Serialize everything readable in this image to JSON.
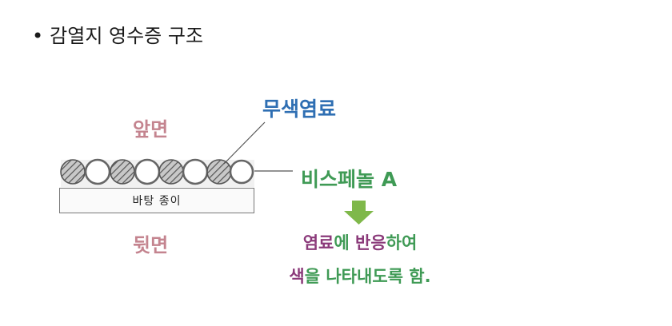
{
  "title": {
    "bullet": "•",
    "text": "감열지 영수증 구조"
  },
  "labels": {
    "front": "앞면",
    "back": "뒷면",
    "colorless_dye": "무색염료",
    "bisphenol_a": "비스페놀 A",
    "base_paper": "바탕 종이"
  },
  "caption": {
    "line1": [
      {
        "text": "염료",
        "color": "#8b3a7a"
      },
      {
        "text": "에 ",
        "color": "#3f9a55"
      },
      {
        "text": "반응",
        "color": "#8b3a7a"
      },
      {
        "text": "하여",
        "color": "#3f9a55"
      }
    ],
    "line2": [
      {
        "text": "색",
        "color": "#8b3a7a"
      },
      {
        "text": "을 나타내도록 함.",
        "color": "#3f9a55"
      }
    ]
  },
  "colors": {
    "arrow": "#7fb84a",
    "front_back_label": "#c4848f",
    "dye_label": "#2f6fb3",
    "bpa_label": "#3f9a55"
  }
}
